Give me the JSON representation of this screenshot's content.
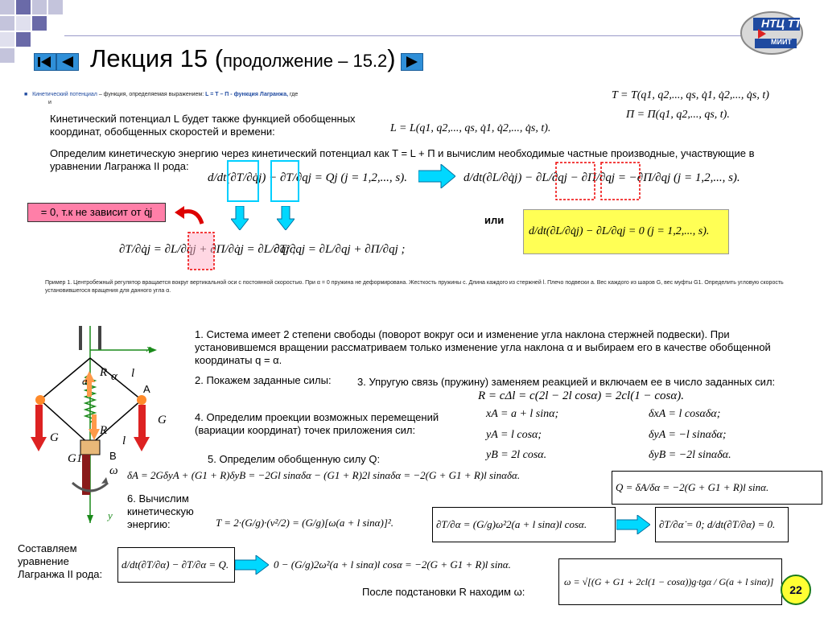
{
  "header": {
    "title_main": "Лекция 15 (",
    "title_small": "продолжение – 15.2",
    "title_close": ")",
    "logo_top": "НТЦ ТТ",
    "logo_bottom": "МИИТ"
  },
  "intro": {
    "line1_a": "Кинетический потенциал",
    "line1_b": " – функция, определяемая выражением: ",
    "line1_c": "L = T – П",
    "line1_d": " - функция Лагранжа,",
    "line1_e": " где",
    "line2": "и",
    "formula_T": "T = T(q1, q2,..., qs, q̇1, q̇2,..., q̇s, t)",
    "formula_P": "П = П(q1, q2,..., qs, t).",
    "para": "Кинетический потенциал L будет также функцией обобщенных координат, обобщенных скоростей и времени:",
    "formula_L": "L = L(q1, q2,..., qs, q̇1, q̇2,..., q̇s, t)."
  },
  "lagrange": {
    "para": "Определим кинетическую энергию через кинетический потенциал как T = L + П и вычислим необходимые частные производные, участвующие в уравнении Лагранжа II рода:",
    "eq1": "d/dt(∂T/∂q̇j) − ∂T/∂qj = Qj   (j = 1,2,..., s).",
    "eq2": "d/dt(∂L/∂q̇j) − ∂L/∂qj − ∂П/∂qj = −∂П/∂qj   (j = 1,2,..., s).",
    "zero_note": "= 0, т.к не зависит от q̇j",
    "or_label": "или",
    "eq_final": "d/dt(∂L/∂q̇j) − ∂L/∂qj = 0  (j = 1,2,..., s).",
    "eq3": "∂T/∂q̇j = ∂L/∂q̇j + ∂П/∂q̇j = ∂L/∂q̇j ;",
    "eq4": "∂T/∂qj = ∂L/∂qj + ∂П/∂qj ;"
  },
  "example": {
    "text": "Пример 1. Центробежный регулятор вращается вокруг вертикальной оси с постоянной скоростью. При α = 0 пружина не деформирована. Жесткость пружины c. Длина каждого из стержней l. Плечо подвески a. Вес каждого из шаров G, вес муфты G1. Определить угловую скорость установившегося вращения для данного угла α."
  },
  "steps": {
    "s1": "1.      Система имеет 2 степени свободы (поворот вокруг оси и изменение угла наклона стержней подвески). При установившемся вращении рассматриваем только изменение угла наклона α и выбираем его в качестве обобщенной координаты q = α.",
    "s2": "2. Покажем заданные силы:",
    "s3": "3. Упругую связь (пружину) заменяем реакцией и включаем ее в число заданных сил:",
    "s3_formula": "R = cΔl = c(2l − 2l cosα) = 2cl(1 − cosα).",
    "s4": "4. Определим проекции возможных перемещений (вариации координат) точек приложения сил:",
    "s4_xa": "xA = a + l sinα;",
    "s4_ya": "yA = l cosα;",
    "s4_yb": "yB = 2l cosα.",
    "s4_dxa": "δxA = l cosαδα;",
    "s4_dya": "δyA = −l sinαδα;",
    "s4_dyb": "δyB = −2l sinαδα.",
    "s5": "5. Определим обобщенную силу Q:",
    "s5_formula": "δA = 2GδyA + (G1 + R)δyB = −2Gl sinαδα − (G1 + R)2l sinαδα = −2(G + G1 + R)l sinαδα.",
    "s5_Q": "Q = δA/δα = −2(G + G1 + R)l sinα.",
    "s6": "6. Вычислим кинетическую энергию:",
    "s6_T": "T = 2·(G/g)·(v²/2) = (G/g)[ω(a + l sinα)]².",
    "s6_dT": "∂T/∂α = (G/g)ω²2(a + l sinα)l cosα.",
    "s6_dT2": "∂T/∂α̇ = 0;  d/dt(∂T/∂α̇) = 0.",
    "compose": "Составляем уравнение Лагранжа II рода:",
    "compose_eq": "d/dt(∂T/∂α̇) − ∂T/∂α = Q.",
    "result_eq": "0 − (G/g)2ω²(a + l sinα)l cosα = −2(G + G1 + R)l sinα.",
    "after": "После подстановки R находим ω:",
    "omega": "ω = √[(G + G1 + 2cl(1 − cosα))g·tgα / G(a + l sinα)]"
  },
  "diagram": {
    "x_label": "x",
    "y_label": "y",
    "a_label": "a",
    "l_label1": "l",
    "l_label2": "l",
    "A_label": "A",
    "B_label": "B",
    "R_label1": "R",
    "R_label2": "R",
    "G_label1": "G",
    "G_label2": "G",
    "G1_label": "G1",
    "alpha_label": "α",
    "omega_label": "ω"
  },
  "page": {
    "number": "22"
  },
  "colors": {
    "accent": "#2f8fd8",
    "yellow": "#ffff55",
    "pink": "#ff7fa8",
    "cyan": "#00d0ff"
  }
}
